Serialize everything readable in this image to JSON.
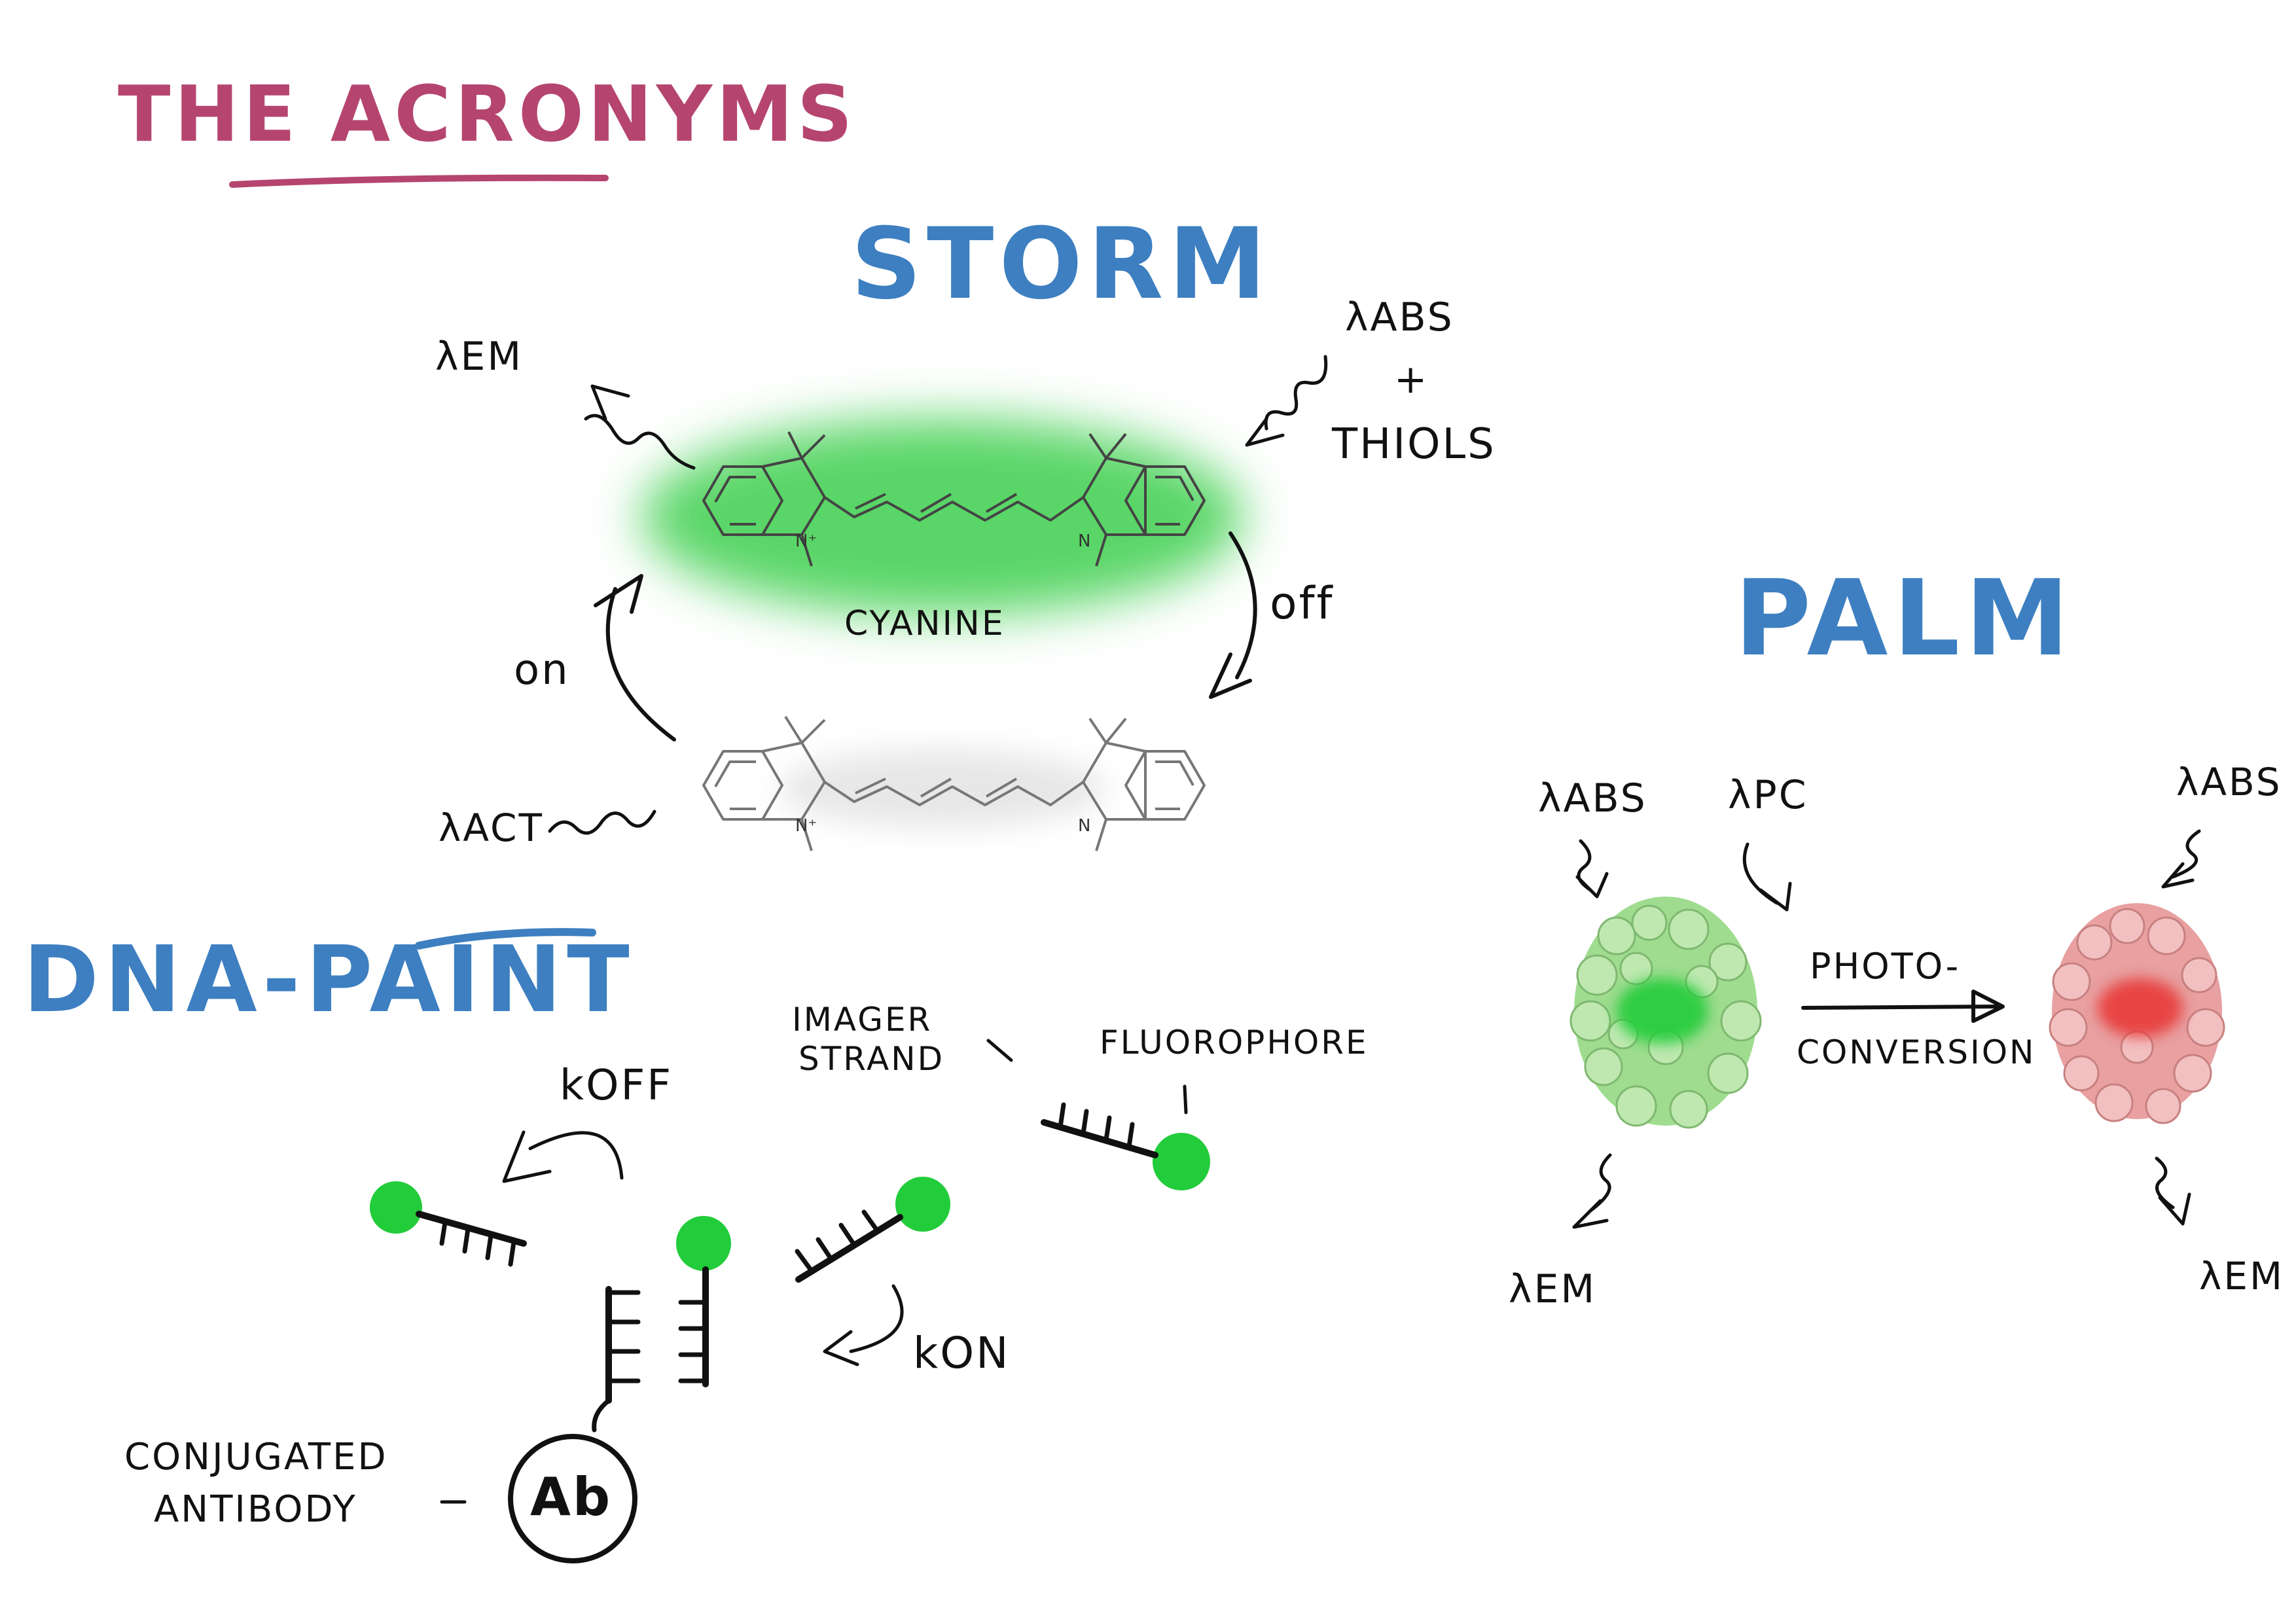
{
  "colors": {
    "title": "#b5456f",
    "heading": "#3d7fc1",
    "ink": "#111111",
    "green_glow": "#3ccf4e",
    "green_dot": "#22cc3a",
    "green_protein": "#9fdc8f",
    "red_protein": "#e8a0a0",
    "red_core": "#e83a3a"
  },
  "title": "THE ACRONYMS",
  "storm": {
    "heading": "STORM",
    "lambda_em": "λEM",
    "lambda_abs": "λABS",
    "plus": "+",
    "thiols": "THIOLS",
    "off": "off",
    "on": "on",
    "lambda_act": "λACT",
    "molecule_label": "CYANINE",
    "n_plus": "N⁺",
    "n": "N"
  },
  "dna_paint": {
    "heading": "DNA-PAINT",
    "k_off": "kOFF",
    "k_on": "kON",
    "imager_line1": "IMAGER",
    "imager_line2": "STRAND",
    "fluorophore": "FLUOROPHORE",
    "conjugated_line1": "CONJUGATED",
    "conjugated_line2": "ANTIBODY",
    "ab": "Ab"
  },
  "palm": {
    "heading": "PALM",
    "lambda_abs_left": "λABS",
    "lambda_pc": "λPC",
    "lambda_abs_right": "λABS",
    "photo_line1": "PHOTO-",
    "photo_line2": "CONVERSION",
    "lambda_em_left": "λEM",
    "lambda_em_right": "λEM"
  }
}
